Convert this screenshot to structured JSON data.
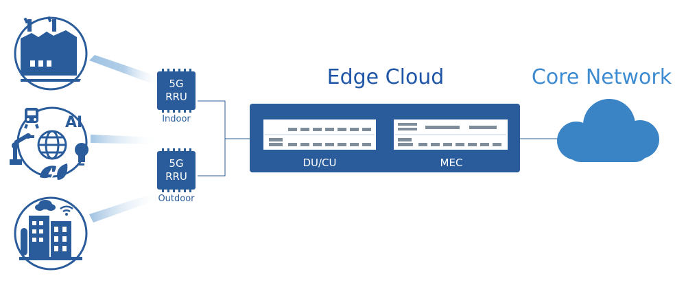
{
  "rru_indoor": {
    "line1": "5G",
    "line2": "RRU",
    "caption": "Indoor"
  },
  "rru_outdoor": {
    "line1": "5G",
    "line2": "RRU",
    "caption": "Outdoor"
  },
  "edge_cloud": {
    "title": "Edge Cloud",
    "du_cu_label": "DU/CU",
    "mec_label": "MEC"
  },
  "core_network": {
    "title": "Core Network"
  },
  "scenario_ai_label": "AI",
  "colors": {
    "primary_blue": "#2a5c9c",
    "title_blue": "#1f55a6",
    "cloud_blue": "#3a83c5",
    "core_title": "#3d8bd0",
    "beam": "#a8c8e4"
  },
  "icons": [
    "factory-icon",
    "ai-ecosystem-icon",
    "smart-city-icon",
    "rru-chip-icon",
    "server-icon",
    "cloud-icon"
  ]
}
